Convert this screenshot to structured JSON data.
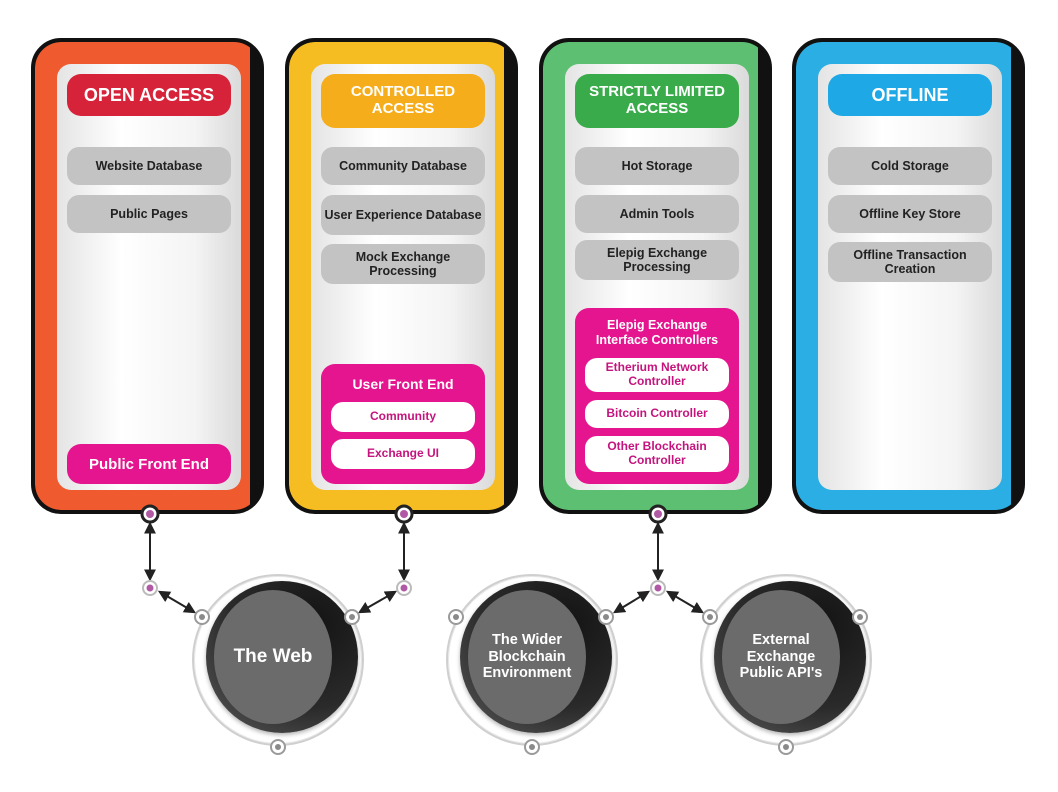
{
  "columns": {
    "open": {
      "header": "OPEN ACCESS",
      "accent": "#ef5a2f",
      "header_color": "#d6233a",
      "items": [
        "Website Database",
        "Public Pages"
      ],
      "front_end": "Public Front End"
    },
    "controlled": {
      "header": "CONTROLLED ACCESS",
      "accent": "#f6bd23",
      "header_color": "#f6ad1c",
      "items": [
        "Community Database",
        "User Experience Database",
        "Mock Exchange Processing"
      ],
      "front_end": {
        "title": "User Front End",
        "items": [
          "Community",
          "Exchange UI"
        ]
      }
    },
    "strict": {
      "header": "STRICTLY LIMITED ACCESS",
      "accent": "#5dbf71",
      "header_color": "#3aab4a",
      "items": [
        "Hot Storage",
        "Admin Tools",
        "Elepig Exchange Processing"
      ],
      "controllers": {
        "title": "Elepig Exchange Interface Controllers",
        "items": [
          "Etherium Network Controller",
          "Bitcoin Controller",
          "Other Blockchain Controller"
        ]
      }
    },
    "offline": {
      "header": "OFFLINE",
      "accent": "#2aaee4",
      "header_color": "#1ea9e6",
      "items": [
        "Cold Storage",
        "Offline Key Store",
        "Offline Transaction Creation"
      ]
    }
  },
  "circles": {
    "web": "The Web",
    "blockchain": "The Wider Blockchain Environment",
    "external": "External Exchange Public API's"
  },
  "colors": {
    "pink": "#e5148f",
    "item_grey": "#c3c3c3",
    "node_purple": "#b05aa5"
  }
}
